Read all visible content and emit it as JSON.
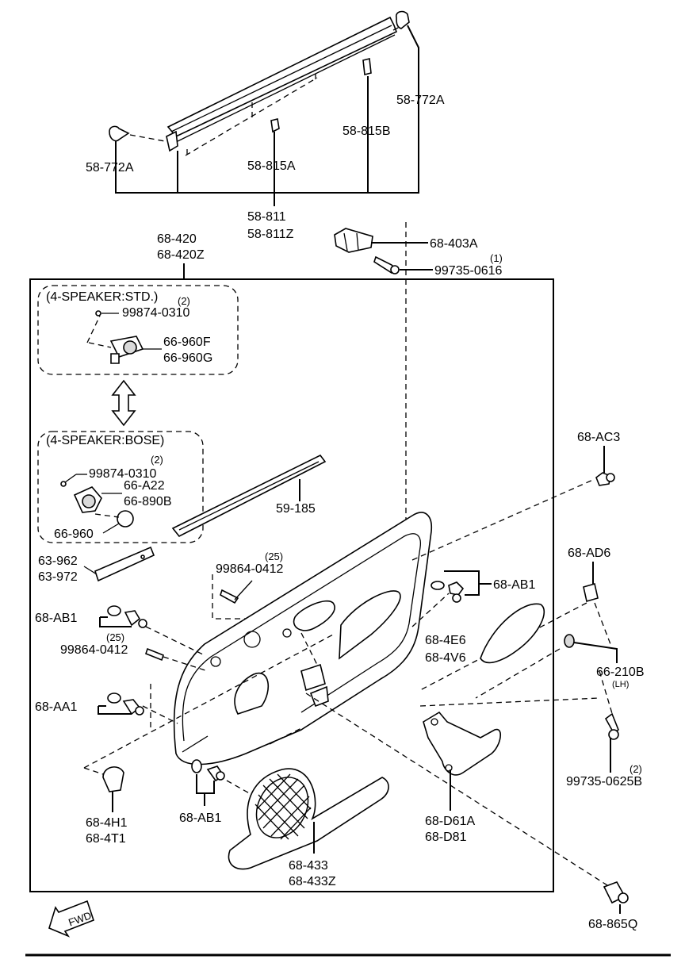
{
  "parts": {
    "weatherstrip_outer": [
      "58-811",
      "58-811Z"
    ],
    "clip_a": "58-815A",
    "clip_b": "58-815B",
    "fastener_left": "58-772A",
    "fastener_right": "58-772A",
    "trim_panel": [
      "68-420",
      "68-420Z"
    ],
    "handle_bracket": "68-403A",
    "screw_top": "99735-0616",
    "screw_top_qty": "(1)",
    "std_box_title": "(4-SPEAKER:STD.)",
    "std_screw": "99874-0310",
    "std_screw_qty": "(2)",
    "std_tweeter": [
      "66-960F",
      "66-960G"
    ],
    "bose_box_title": "(4-SPEAKER:BOSE)",
    "bose_screw": "99874-0310",
    "bose_screw_qty": "(2)",
    "bose_cover": [
      "66-A22",
      "66-890B"
    ],
    "bose_tweeter": "66-960",
    "inner_strip": "59-185",
    "garnish": [
      "63-962",
      "63-972"
    ],
    "mid_screw": "99864-0412",
    "mid_screw_qty": "(25)",
    "clip_ab1_right": "68-AB1",
    "clip_ab1_left": "68-AB1",
    "left_screw": "99864-0412",
    "left_screw_qty": "(25)",
    "clip_aa1": "68-AA1",
    "clip_ac3": "68-AC3",
    "clip_ad6": "68-AD6",
    "armrest_pad": [
      "68-4E6",
      "68-4V6"
    ],
    "bracket_210": "66-210B",
    "bracket_210_note": "(LH)",
    "screw_lower": "99735-0625B",
    "screw_lower_qty": "(2)",
    "cap": [
      "68-4H1",
      "68-4T1"
    ],
    "clip_ab1_bottom": "68-AB1",
    "speaker_grille": [
      "68-433",
      "68-433Z"
    ],
    "pull_handle": [
      "68-D61A",
      "68-D81"
    ],
    "clip_865": "68-865Q",
    "fwd_arrow": "FWD"
  }
}
